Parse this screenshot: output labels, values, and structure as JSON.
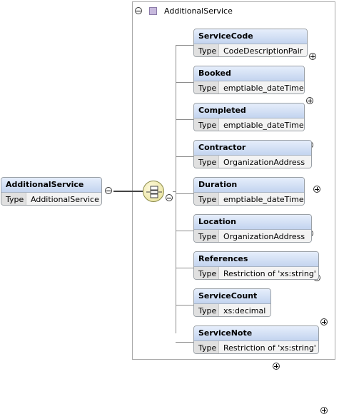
{
  "type_label": "Type",
  "complex_type": {
    "name": "AdditionalService",
    "icon": "complex-type-icon"
  },
  "root": {
    "name": "AdditionalService",
    "type": "AdditionalService"
  },
  "compositor": {
    "kind": "sequence",
    "icon": "sequence-icon"
  },
  "children": [
    {
      "name": "ServiceCode",
      "type": "CodeDescriptionPair"
    },
    {
      "name": "Booked",
      "type": "emptiable_dateTime"
    },
    {
      "name": "Completed",
      "type": "emptiable_dateTime"
    },
    {
      "name": "Contractor",
      "type": "OrganizationAddress"
    },
    {
      "name": "Duration",
      "type": "emptiable_dateTime"
    },
    {
      "name": "Location",
      "type": "OrganizationAddress"
    },
    {
      "name": "References",
      "type": "Restriction of 'xs:string'"
    },
    {
      "name": "ServiceCount",
      "type": "xs:decimal"
    },
    {
      "name": "ServiceNote",
      "type": "Restriction of 'xs:string'"
    }
  ],
  "colors": {
    "element_header": "#c3d4ef",
    "type_row": "#eeeeee",
    "complex_type_icon": "#c7b9dd",
    "compositor": "#ece6a6"
  }
}
